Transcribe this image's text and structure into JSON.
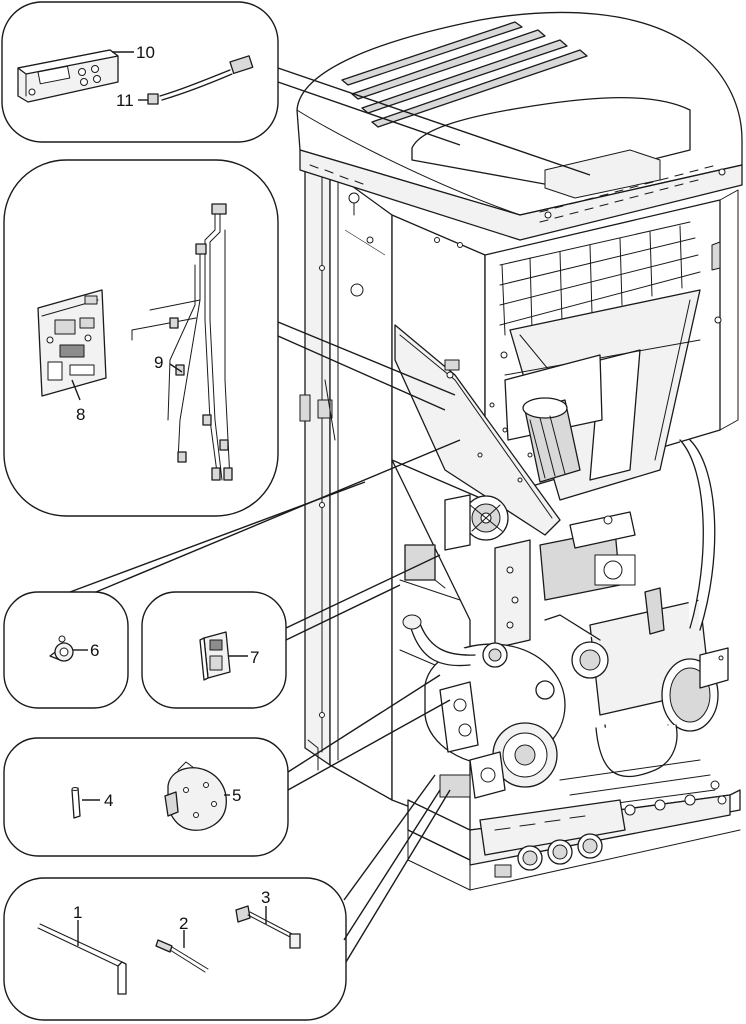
{
  "callouts": {
    "c1": "1",
    "c2": "2",
    "c3": "3",
    "c4": "4",
    "c5": "5",
    "c6": "6",
    "c7": "7",
    "c8": "8",
    "c9": "9",
    "c10": "10",
    "c11": "11"
  },
  "colors": {
    "line": "#1a1a1a",
    "background": "#ffffff",
    "shade_light": "#f2f2f2",
    "shade_mid": "#d9d9d9"
  }
}
